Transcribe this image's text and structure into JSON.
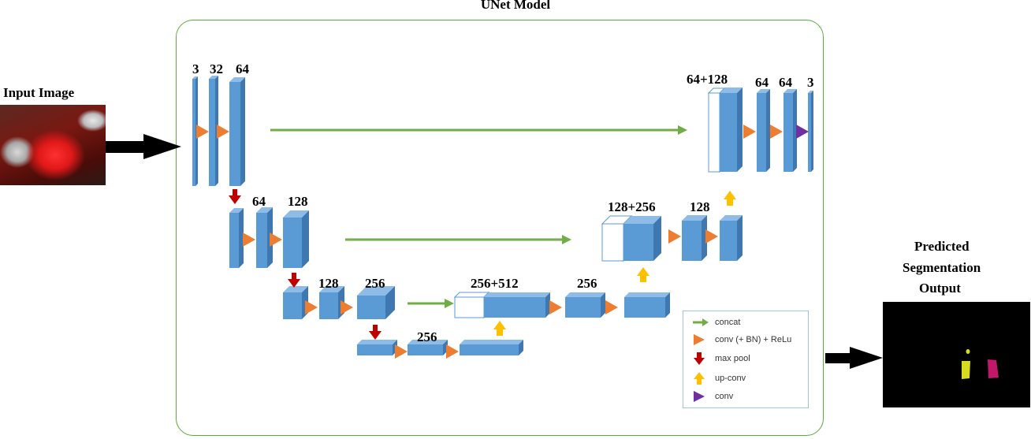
{
  "title": "UNet Model",
  "input_label": "Input Image",
  "output_label": [
    "Predicted",
    "Segmentation",
    "Output"
  ],
  "channel_labels": {
    "enc1": [
      "3",
      "32",
      "64"
    ],
    "enc2": [
      "64",
      "128"
    ],
    "enc3": [
      "128",
      "256"
    ],
    "bottleneck": "256",
    "dec3": [
      "256+512",
      "256"
    ],
    "dec2": [
      "128+256",
      "128"
    ],
    "dec1": [
      "64+128",
      "64",
      "64",
      "3"
    ]
  },
  "legend": [
    {
      "icon": "concat-arrow-icon",
      "label": "concat"
    },
    {
      "icon": "conv-triangle-icon",
      "label": "conv (+ BN) + ReLu"
    },
    {
      "icon": "max-pool-arrow-icon",
      "label": "max pool"
    },
    {
      "icon": "up-conv-arrow-icon",
      "label": "up-conv"
    },
    {
      "icon": "conv-purple-triangle-icon",
      "label": "conv"
    }
  ],
  "colors": {
    "block_front": "#5b9bd5",
    "block_side": "#3f78b0",
    "block_top": "#8fbce6",
    "frame": "#5aab3c",
    "concat": "#70ad47",
    "conv": "#ed7d31",
    "maxpool": "#c00000",
    "upconv": "#ffc000",
    "final_conv": "#7030a0",
    "mask_yellow": "#d7dc1e",
    "mask_magenta": "#c2186a"
  }
}
